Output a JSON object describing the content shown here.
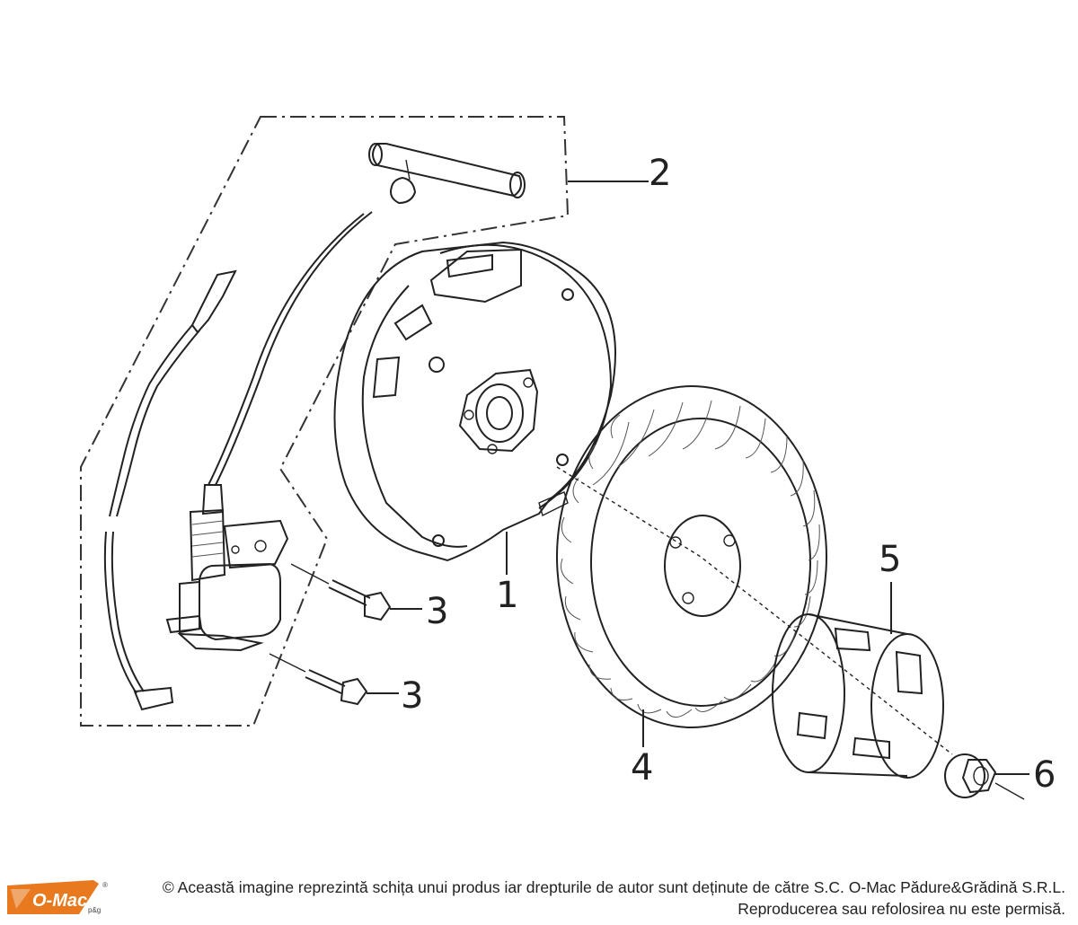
{
  "diagram": {
    "callouts": [
      {
        "id": "1",
        "text": "1"
      },
      {
        "id": "2",
        "text": "2"
      },
      {
        "id": "3a",
        "text": "3"
      },
      {
        "id": "3b",
        "text": "3"
      },
      {
        "id": "4",
        "text": "4"
      },
      {
        "id": "5",
        "text": "5"
      },
      {
        "id": "6",
        "text": "6"
      }
    ]
  },
  "footer": {
    "logo_text": "O-Mac",
    "logo_suffix": "p&g",
    "logo_mark": "®",
    "copyright_line1": "© Această imagine reprezintă schița unui produs iar drepturile de autor sunt deținute de către S.C. O-Mac Pădure&Grădină S.R.L.",
    "copyright_line2": "Reproducerea sau refolosirea nu este permisă."
  },
  "colors": {
    "logo_orange": "#e8791e",
    "line": "#222222"
  }
}
